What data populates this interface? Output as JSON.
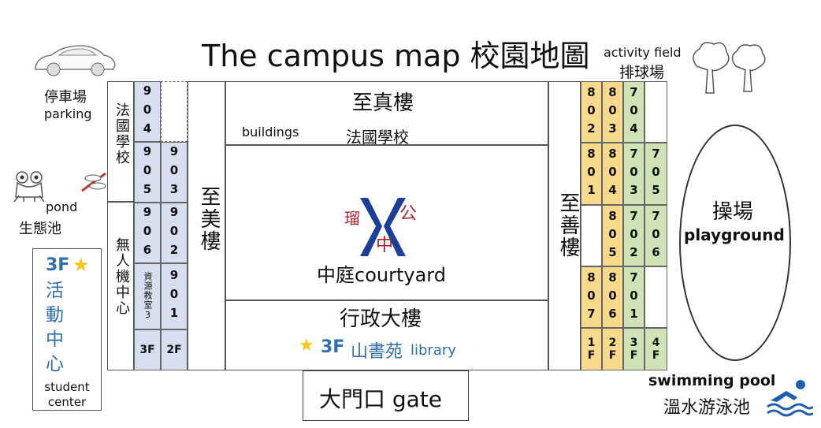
{
  "title": "The campus map 校園地圖",
  "labels": {
    "activity_field_en": "activity field",
    "activity_field_zh": "排球場",
    "parking_zh": "停車場",
    "parking_en": "parking",
    "pond_en": "pond",
    "pond_zh": "生態池",
    "french_school_vertical": "法國學校",
    "unmanned_center_vertical": "無人機中心",
    "zhimei_vertical": "至美樓",
    "zhishan_vertical": "至善樓",
    "zhizhen": "至真樓",
    "buildings": "buildings",
    "french_school": "法國學校",
    "courtyard": "中庭courtyard",
    "admin": "行政大樓",
    "library_floor": "3F",
    "library": "山書苑",
    "library_en": "library",
    "gate": "大門口 gate",
    "playground_zh": "操場",
    "playground_en": "playground",
    "swim_en": "swimming pool",
    "swim_zh": "溫水游泳池",
    "student_center_floor": "3F",
    "student_center_zh": "活動中心",
    "student_center_en": "student center",
    "resource_room": "資源教室3"
  },
  "logo_text": [
    "瑠",
    "公",
    "中"
  ],
  "west_rooms": {
    "col1": [
      "904",
      "905",
      "906"
    ],
    "col2": [
      "903",
      "902",
      "901"
    ],
    "floors": [
      "3F",
      "2F"
    ]
  },
  "east_rooms": {
    "col1": [
      "802",
      "801",
      "",
      "807"
    ],
    "col2": [
      "803",
      "804",
      "805",
      "806"
    ],
    "col3": [
      "704",
      "703",
      "702",
      "701"
    ],
    "col4": [
      "",
      "705",
      "706",
      ""
    ],
    "floors": [
      "1F",
      "2F",
      "3F",
      "4F"
    ]
  },
  "colors": {
    "blue_room": "#d6deef",
    "yellow_room": "#f9d98b",
    "green_room": "#cfe3b6",
    "highlight_text": "#2e6fad",
    "star": "#f5c518",
    "logo_blue": "#1d3f9a",
    "logo_red": "#b21f2d"
  },
  "icons": [
    "car-icon",
    "tree-icon",
    "frog-icon",
    "dragonfly-icon",
    "star-icon",
    "swimmer-icon"
  ]
}
